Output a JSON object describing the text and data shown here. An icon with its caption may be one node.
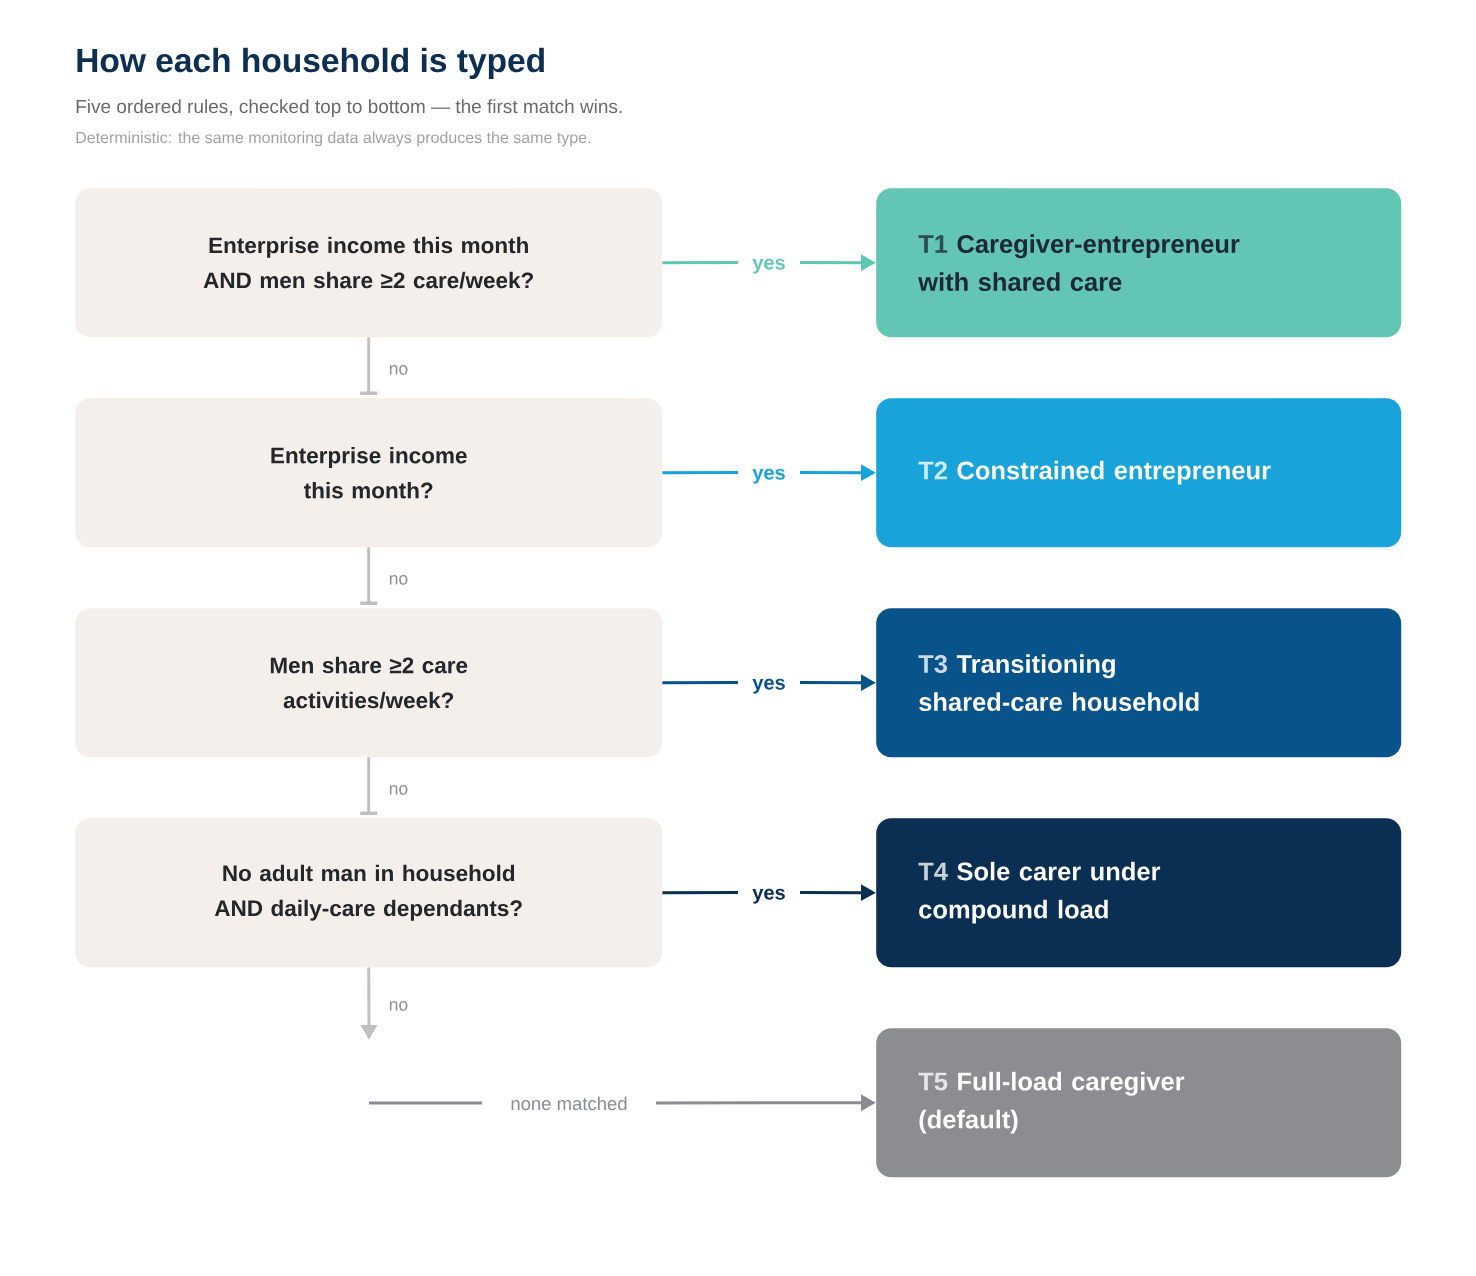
{
  "diagram": {
    "title": "How each household is typed",
    "nodes": [
      {
        "text": [
          "Enterprise income this month AND men share ≥2 care/week?"
        ]
      },
      {
        "text": [
          "T1",
          "Caregiver-entrepreneur with shared care"
        ]
      },
      {
        "text": [
          "Enterprise income this month?"
        ]
      },
      {
        "text": [
          "T2",
          "Constrained entrepreneur"
        ]
      },
      {
        "text": [
          "Men share ≥2 care activities/week?"
        ]
      },
      {
        "text": [
          "T3",
          "Transitioning shared-care household"
        ]
      },
      {
        "text": [
          "No adult man in household AND daily-care dependants?"
        ]
      },
      {
        "text": [
          "T4",
          "Sole carer under compound load"
        ]
      },
      {
        "text": [
          "T5",
          "Full-load caregiver (default)"
        ]
      }
    ],
    "edges": [
      {
        "from": 0,
        "to": 1,
        "arrow": "to",
        "label": "yes",
        "color": "#62c6b5"
      },
      {
        "from": 0,
        "to": 2,
        "arrow": "other",
        "label": "no"
      },
      {
        "from": 2,
        "to": 3,
        "arrow": "to",
        "label": "yes",
        "color": "#17a3d9"
      },
      {
        "from": 2,
        "to": 4,
        "arrow": "other",
        "label": "no"
      },
      {
        "from": 4,
        "to": 5,
        "arrow": "to",
        "label": "yes",
        "color": "#08528a"
      },
      {
        "from": 4,
        "to": 6,
        "arrow": "other",
        "label": "no"
      },
      {
        "from": 6,
        "to": 7,
        "arrow": "to",
        "label": "yes",
        "color": "#0a2f52"
      },
      {
        "from": 6,
        "to": null,
        "arrow": "to",
        "label": "no"
      },
      {
        "from": null,
        "to": 8,
        "arrow": "to",
        "label": "none matched",
        "color": "#8a8c8f"
      }
    ],
    "labels": [
      "Five ordered rules, checked top to bottom — the first match wins.",
      "Deterministic: the same monitoring data always produces the same type."
    ]
  }
}
